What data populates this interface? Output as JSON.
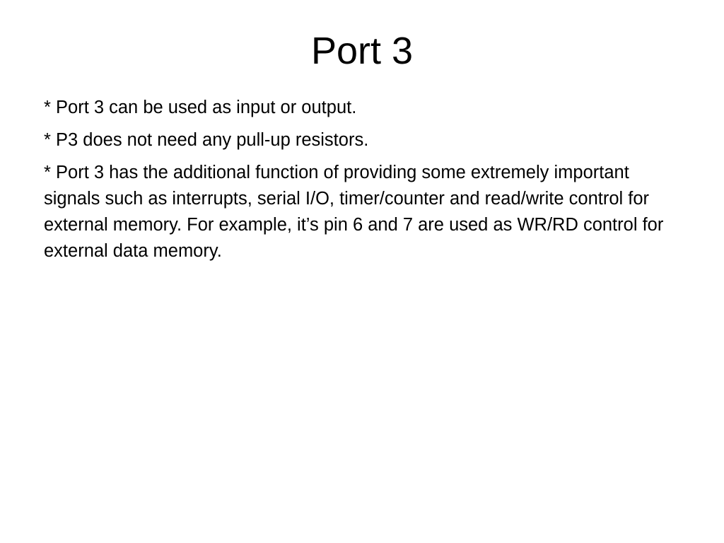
{
  "slide": {
    "title": "Port 3",
    "bullets": [
      "* Port 3 can be used as input or output.",
      "* P3 does not need any pull-up resistors.",
      "* Port 3 has the additional function of providing some extremely important signals such as interrupts, serial I/O, timer/counter and read/write control for external memory. For example, it’s pin 6 and 7 are used as WR/RD control for external data memory."
    ]
  }
}
